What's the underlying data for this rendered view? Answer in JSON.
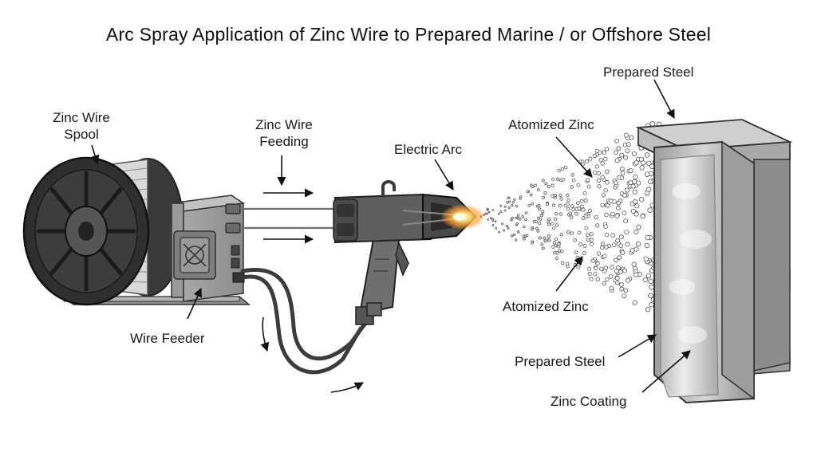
{
  "title": "Arc Spray Application of Zinc Wire to Prepared Marine / or Offshore Steel",
  "labels": {
    "zinc_wire_spool": [
      "Zinc Wire",
      "Spool"
    ],
    "zinc_wire_feeding": [
      "Zinc Wire",
      "Feeding"
    ],
    "electric_arc": "Electric Arc",
    "atomized_zinc_top": "Atomized Zinc",
    "atomized_zinc_bottom": "Atomized Zinc",
    "prepared_steel_top": "Prepared Steel",
    "prepared_steel_bottom": "Prepared Steel",
    "wire_feeder": "Wire Feeder",
    "zinc_coating": "Zinc Coating"
  },
  "colors": {
    "outline": "#2b2b2b",
    "metal_dark": "#4a4a4a",
    "metal_mid": "#8a8a8a",
    "metal_light": "#cfcfcf",
    "arc_glow": "#ffb347"
  }
}
